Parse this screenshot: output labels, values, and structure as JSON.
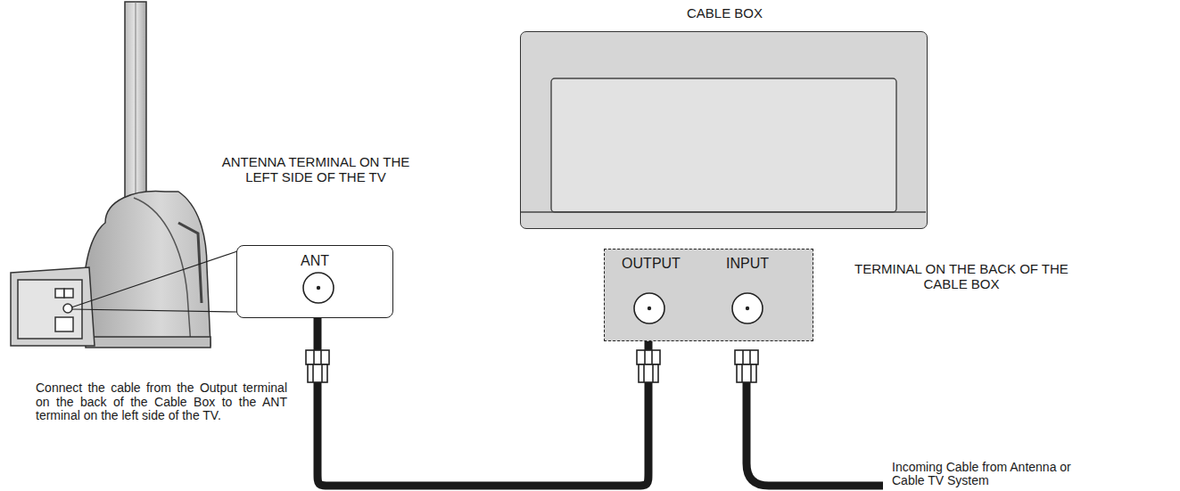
{
  "diagram": {
    "nodes": [
      {
        "text": [
          "ANTENNA TERMINAL ON THE LEFT SIDE OF THE TV",
          "ANT"
        ]
      },
      {
        "text": [
          "CABLE BOX"
        ]
      },
      {
        "text": [
          "OUTPUT",
          "INPUT",
          "TERMINAL ON THE BACK OF THE CABLE BOX"
        ]
      }
    ],
    "edges": [
      {
        "from": 2,
        "to": 0,
        "arrow": "none"
      }
    ],
    "labels": [
      "Connect the cable from the Output terminal on the back of the Cable Box to the ANT terminal on the left side of the TV.",
      "Incoming Cable from Antenna or Cable TV System"
    ]
  }
}
